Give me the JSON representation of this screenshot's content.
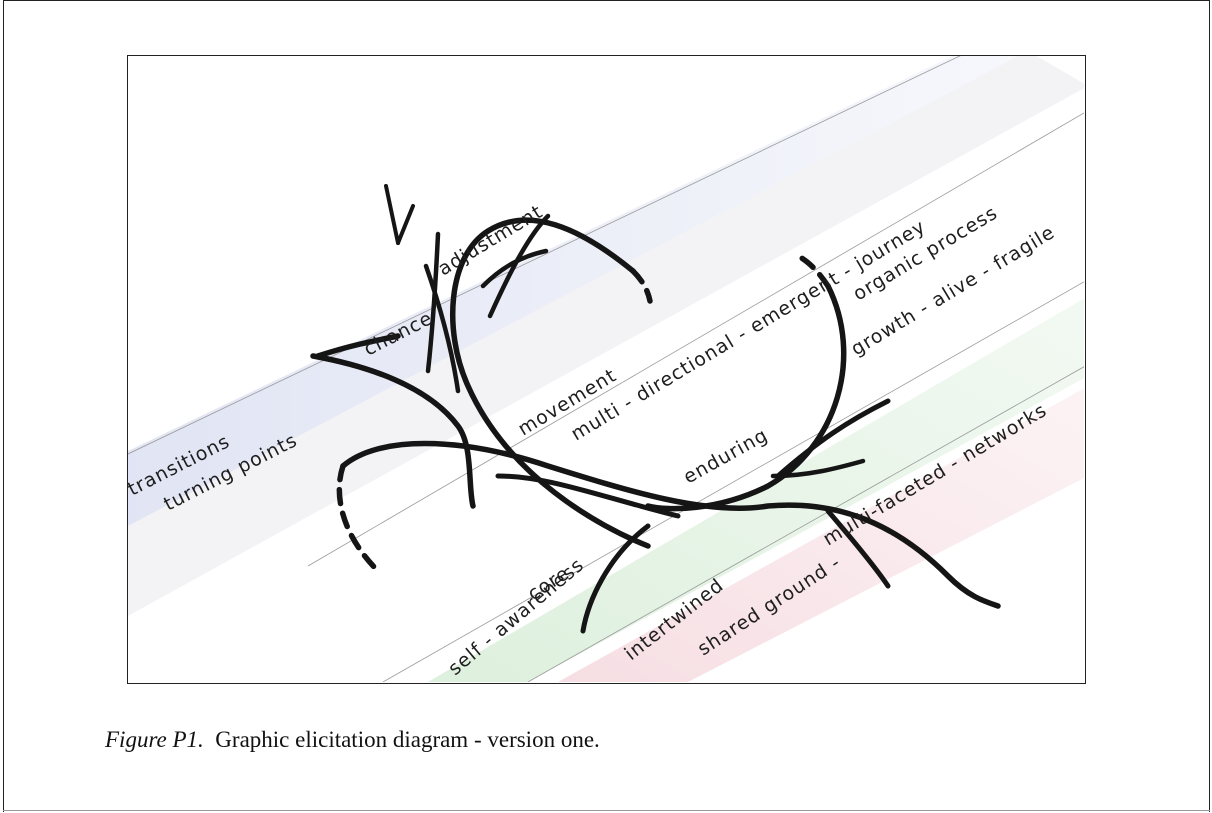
{
  "diagram": {
    "labels": {
      "transitions": "transitions",
      "turning_points": "turning points",
      "chance": "chance",
      "adjustment": "adjustment",
      "movement": "movement",
      "multi_directional": "multi - directional - emergent - journey",
      "organic_process": "organic process",
      "growth_alive_fragile": "growth - alive - fragile",
      "enduring": "enduring",
      "core": "core",
      "self_awareness": "self - awareness",
      "intertwined": "intertwined",
      "shared_ground": "shared ground -",
      "multi_faceted": "multi-faceted - networks"
    },
    "band_colors": {
      "blue": "#dfe3f3",
      "grey": "#e9e7ec",
      "green": "#dcefdc",
      "pink": "#f6dde2"
    }
  },
  "caption": {
    "label": "Figure P1.",
    "text": "Graphic elicitation diagram - version one."
  }
}
